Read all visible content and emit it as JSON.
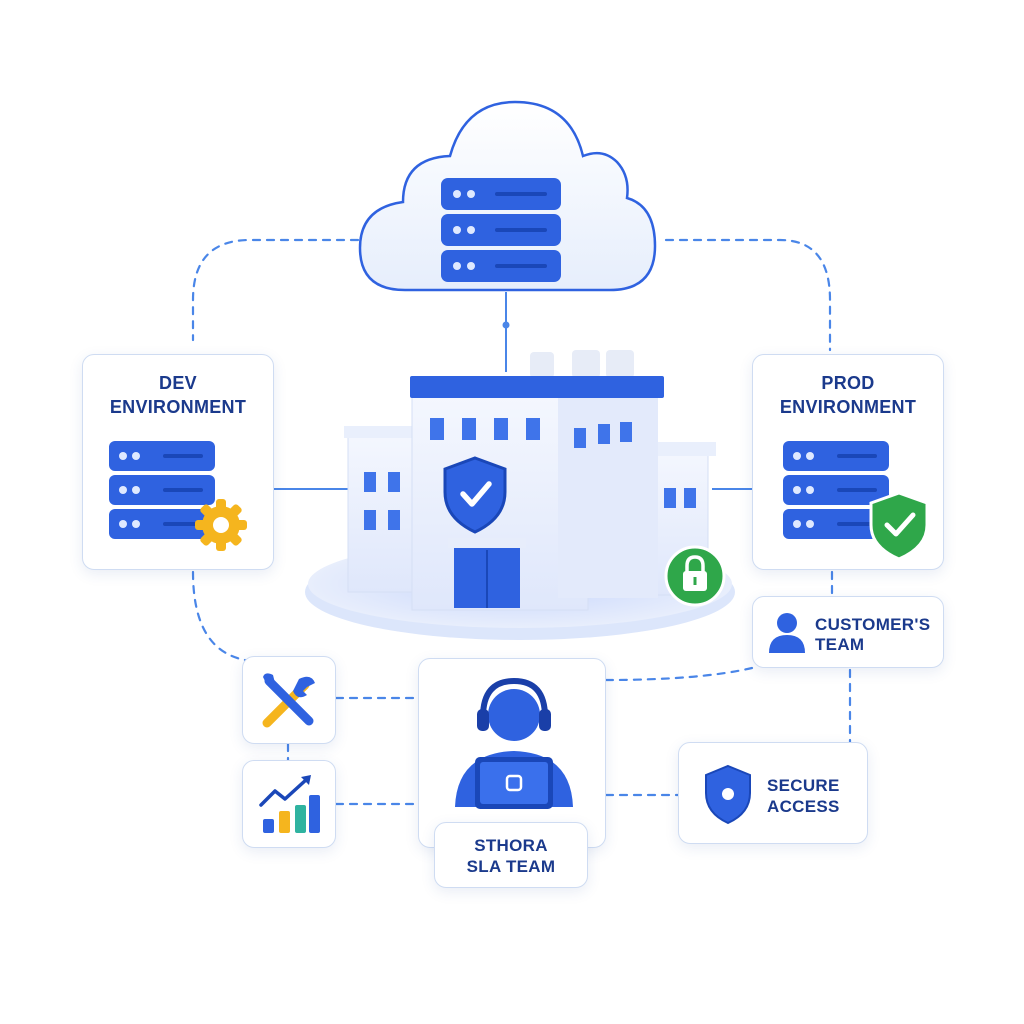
{
  "dev": {
    "line1": "DEV",
    "line2": "ENVIRONMENT"
  },
  "prod": {
    "line1": "PROD",
    "line2": "ENVIRONMENT"
  },
  "customer": {
    "line1": "CUSTOMER'S",
    "line2": "TEAM"
  },
  "secure": {
    "line1": "SECURE",
    "line2": "ACCESS"
  },
  "sla": {
    "line1": "STHORA",
    "line2": "SLA TEAM"
  },
  "colors": {
    "primary": "#2f62e0",
    "line": "#4a86e8",
    "border": "#cfdcf2",
    "text": "#1b3a8c",
    "gear": "#f5b51e",
    "green": "#2fa74a"
  },
  "icons": [
    "cloud-icon",
    "server-stack-icon",
    "building-icon",
    "shield-check-icon",
    "lock-icon",
    "gear-icon",
    "tools-icon",
    "bar-chart-icon",
    "person-icon",
    "headset-agent-icon",
    "shield-icon"
  ]
}
